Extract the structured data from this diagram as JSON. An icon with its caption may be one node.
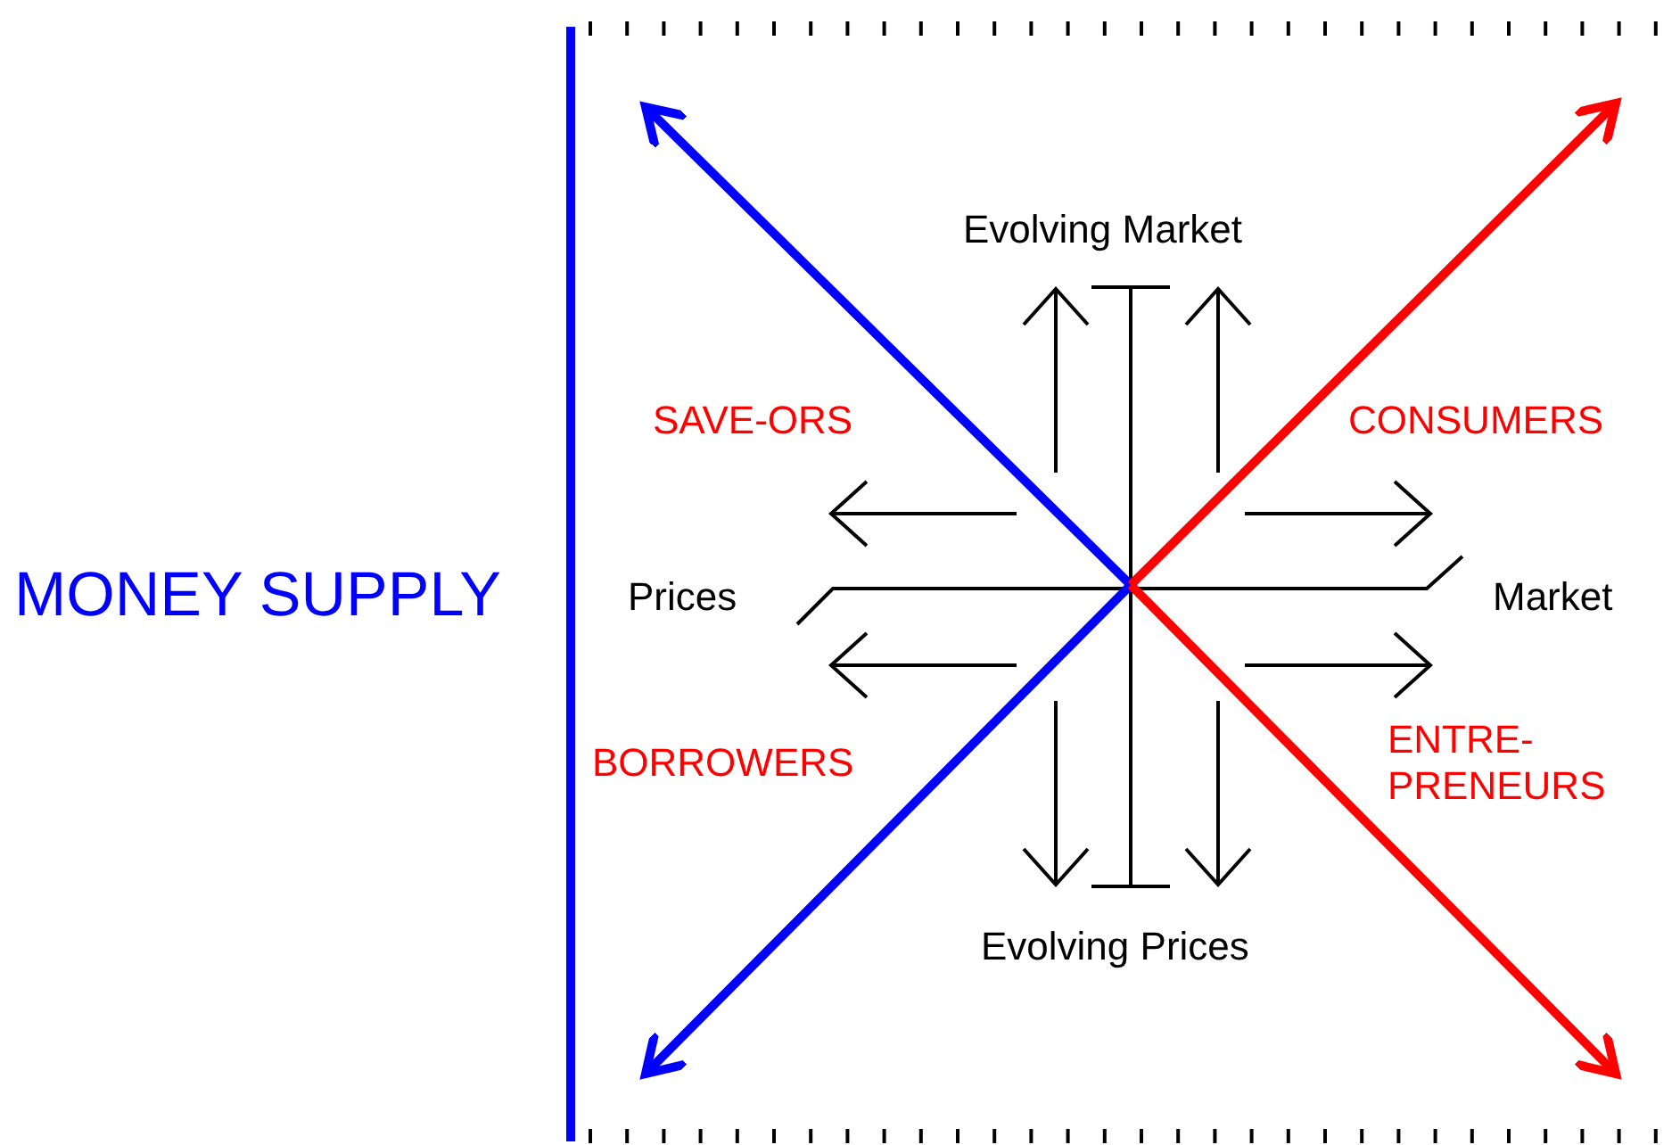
{
  "diagram": {
    "labels": [
      "MONEY SUPPLY",
      "Evolving Market",
      "SAVE-ORS",
      "CONSUMERS",
      "Prices",
      "Market",
      "BORROWERS",
      "ENTRE- PRENEURS",
      "Evolving Prices"
    ]
  }
}
